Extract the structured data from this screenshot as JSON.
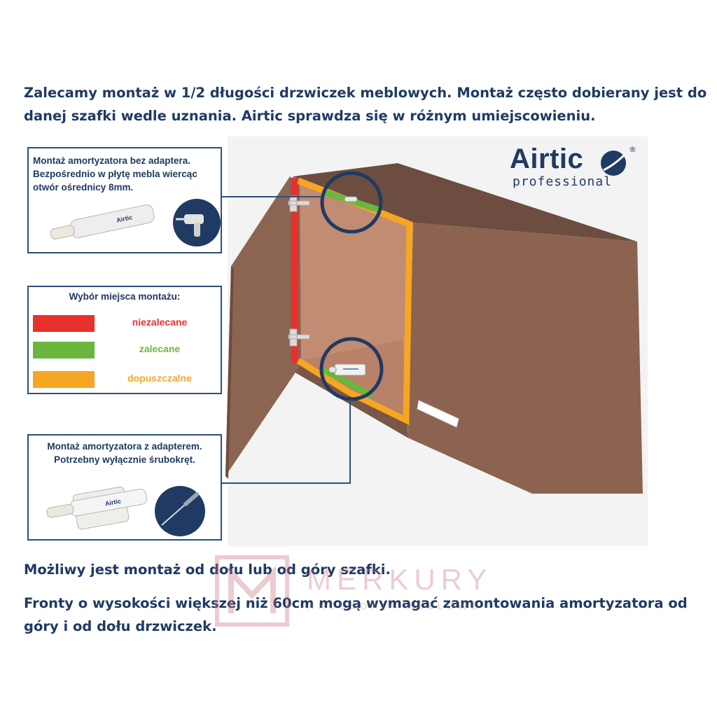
{
  "intro": {
    "text": "Zalecamy montaż w 1/2 długości drzwiczek meblowych. Montaż często dobierany jest do danej szafki wedle uznania. Airtic sprawdza się w różnym umiejscowieniu."
  },
  "panels": {
    "no_adapter": {
      "line1": "Montaż amortyzatora bez adaptera.",
      "line2": "Bezpośrednio w płytę mebla wiercąc",
      "line3": "otwór ośrednicy 8mm."
    },
    "legend": {
      "title": "Wybór miejsca montażu:",
      "items": [
        {
          "label": "niezalecane",
          "color": "#e8302c"
        },
        {
          "label": "zalecane",
          "color": "#6ab63e"
        },
        {
          "label": "dopuszczalne",
          "color": "#f6a623"
        }
      ]
    },
    "adapter": {
      "line1": "Montaż amortyzatora z adapterem.",
      "line2": "Potrzebny wyłącznie śrubokręt."
    }
  },
  "logo": {
    "word": "Airtic",
    "sub": "professional",
    "reg": "®"
  },
  "footer": {
    "line1": "Możliwy jest montaż od dołu lub od góry szafki.",
    "line2": "Fronty o wysokości większej niż 60cm mogą wymagać zamontowania amortyzatora od góry i od dołu drzwiczek."
  },
  "watermark": {
    "name": "MERKURY",
    "sub": "AKCESORIA MEBLOWE"
  },
  "colors": {
    "text": "#1f3a63",
    "border": "#2d4f7c",
    "not_recommended": "#e8302c",
    "recommended": "#6ab63e",
    "acceptable": "#f6a623",
    "cabinet_side": "#8b6350",
    "cabinet_top": "#6d4d3f",
    "cabinet_inside": "#c18c72",
    "door": "#8c6452"
  }
}
